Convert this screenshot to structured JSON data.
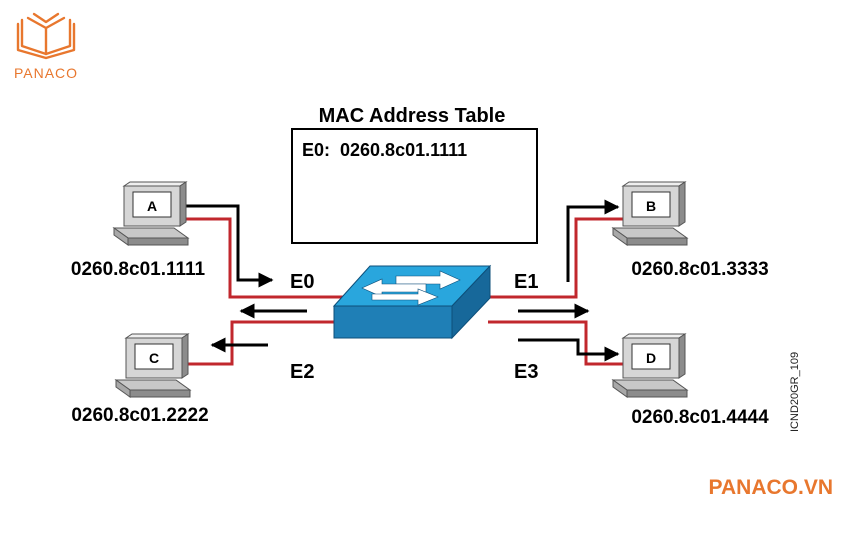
{
  "brand": {
    "logo_text": "PANACO",
    "watermark": "PANACO.VN",
    "color": "#e8772e"
  },
  "mac_table": {
    "title": "MAC Address Table",
    "entries": [
      "E0:  0260.8c01.1111"
    ]
  },
  "hosts": {
    "a": {
      "letter": "A",
      "mac": "0260.8c01.1111"
    },
    "b": {
      "letter": "B",
      "mac": "0260.8c01.3333"
    },
    "c": {
      "letter": "C",
      "mac": "0260.8c01.2222"
    },
    "d": {
      "letter": "D",
      "mac": "0260.8c01.4444"
    }
  },
  "ports": {
    "e0": "E0",
    "e1": "E1",
    "e2": "E2",
    "e3": "E3"
  },
  "figure_code": "ICND20GR_109",
  "colors": {
    "link": "#c1272d",
    "switch_top": "#29a6dd",
    "switch_front": "#1f7fb6",
    "switch_side": "#17689a",
    "pc_body": "#d6d6d6",
    "pc_shadow": "#8c8c8c"
  }
}
